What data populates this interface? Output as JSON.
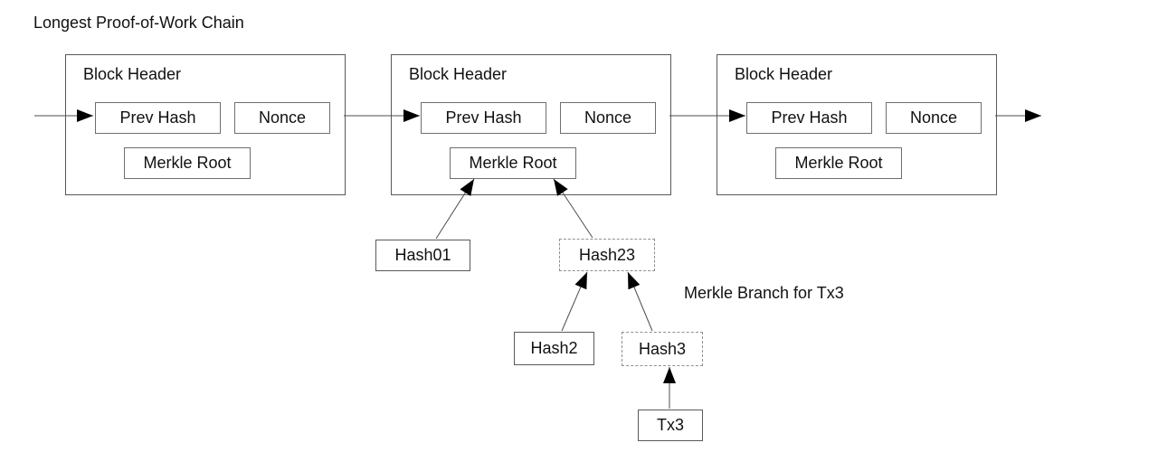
{
  "title": "Longest Proof-of-Work Chain",
  "colors": {
    "background": "#ffffff",
    "text": "#111111",
    "solid_border": "#595959",
    "dashed_border": "#8f8f8f",
    "connector_line": "#4d4d4d",
    "arrowhead": "#000000"
  },
  "blocks": [
    {
      "title": "Block Header",
      "fields": [
        "Prev Hash",
        "Nonce",
        "Merkle Root"
      ]
    },
    {
      "title": "Block Header",
      "fields": [
        "Prev Hash",
        "Nonce",
        "Merkle Root"
      ]
    },
    {
      "title": "Block Header",
      "fields": [
        "Prev Hash",
        "Nonce",
        "Merkle Root"
      ]
    }
  ],
  "merkle_tree": {
    "label": "Merkle Branch for Tx3",
    "nodes": [
      {
        "label": "Hash01",
        "style": "solid"
      },
      {
        "label": "Hash23",
        "style": "dashed"
      },
      {
        "label": "Hash2",
        "style": "solid"
      },
      {
        "label": "Hash3",
        "style": "dashed"
      },
      {
        "label": "Tx3",
        "style": "solid"
      }
    ]
  },
  "edges": [
    {
      "from": "incoming-chain",
      "to": "block-1-prev-hash",
      "type": "chain-arrow"
    },
    {
      "from": "block-1",
      "to": "block-2-prev-hash",
      "type": "chain-arrow"
    },
    {
      "from": "block-2",
      "to": "block-3-prev-hash",
      "type": "chain-arrow"
    },
    {
      "from": "block-3",
      "to": "outgoing-chain",
      "type": "chain-arrow"
    },
    {
      "from": "Hash01",
      "to": "block-2-merkle-root",
      "type": "merkle-arrow"
    },
    {
      "from": "Hash23",
      "to": "block-2-merkle-root",
      "type": "merkle-arrow"
    },
    {
      "from": "Hash2",
      "to": "Hash23",
      "type": "merkle-arrow"
    },
    {
      "from": "Hash3",
      "to": "Hash23",
      "type": "merkle-arrow"
    },
    {
      "from": "Tx3",
      "to": "Hash3",
      "type": "merkle-arrow"
    }
  ]
}
